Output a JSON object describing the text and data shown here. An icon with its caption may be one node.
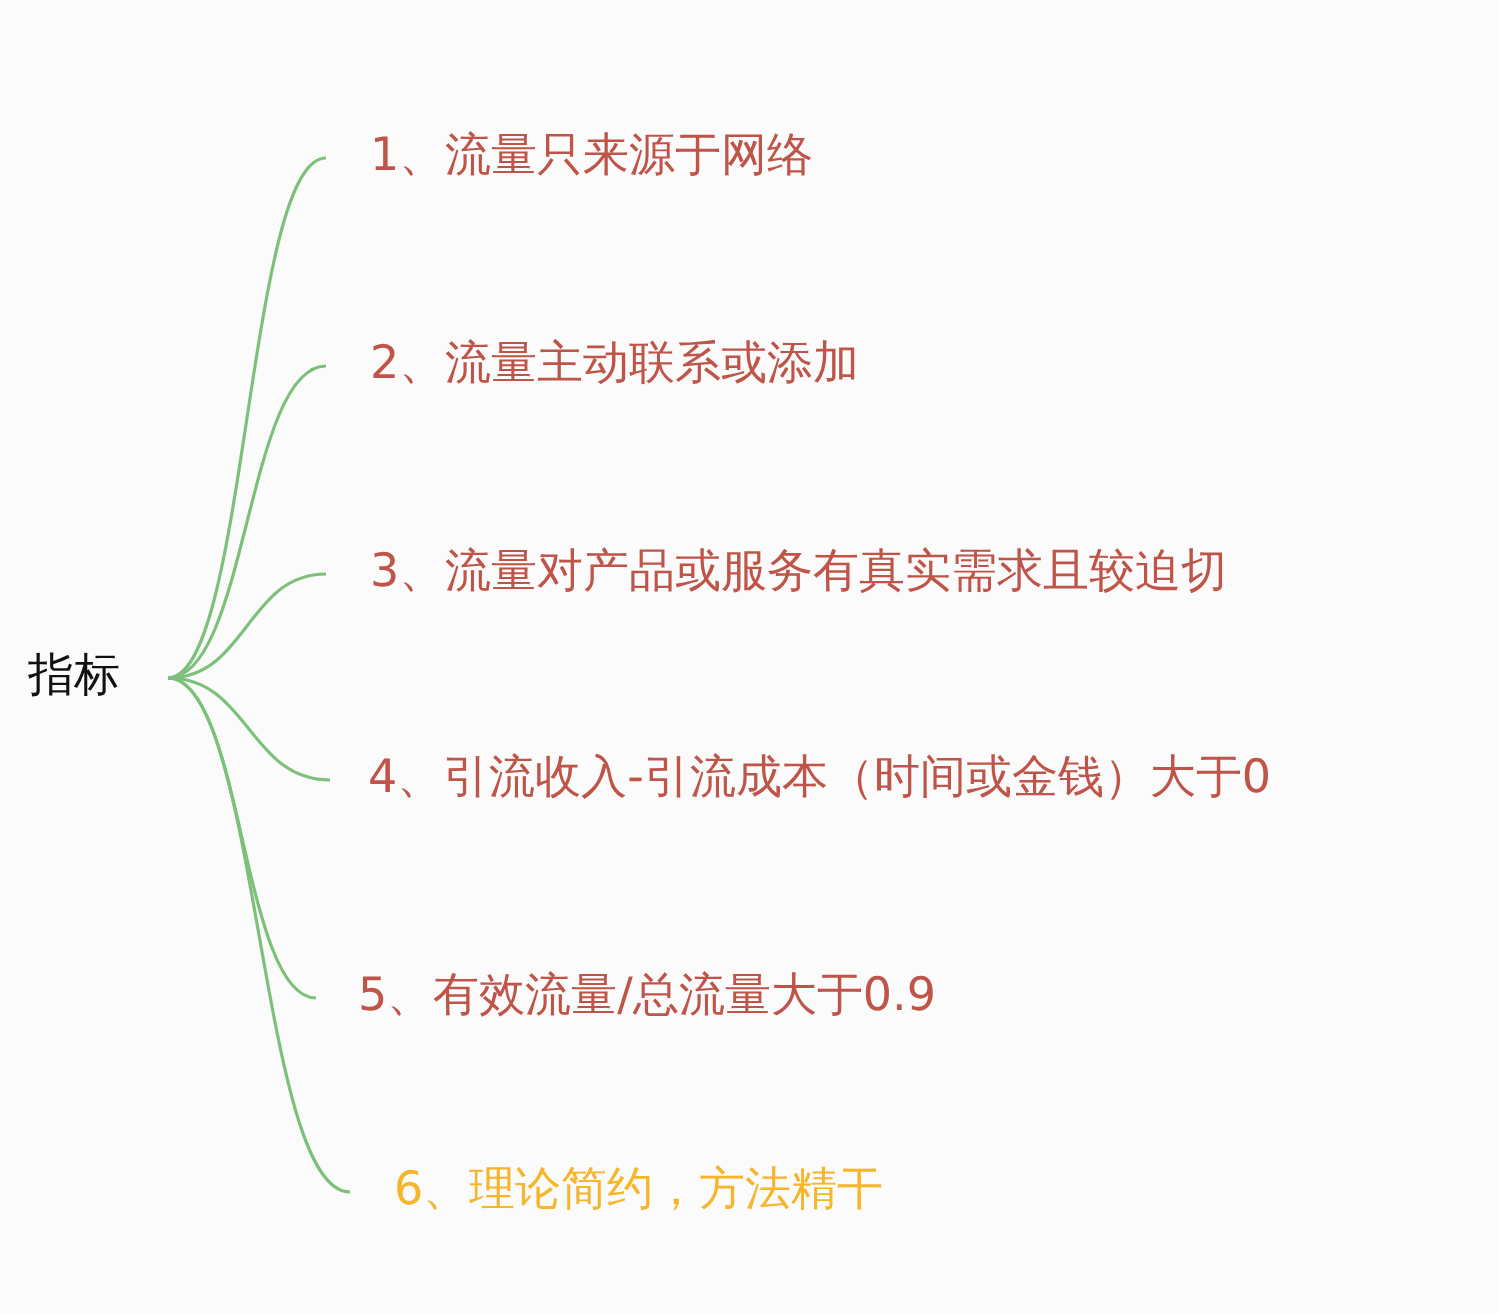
{
  "diagram": {
    "nodes": [
      {
        "text": [
          "指标"
        ]
      },
      {
        "text": [
          "1、流量只来源于网络"
        ]
      },
      {
        "text": [
          "2、流量主动联系或添加"
        ]
      },
      {
        "text": [
          "3、流量对产品或服务有真实需求且较迫切"
        ]
      },
      {
        "text": [
          "4、引流收入-引流成本（时间或金钱）大于0"
        ]
      },
      {
        "text": [
          "5、有效流量/总流量大于0.9"
        ]
      },
      {
        "text": [
          "6、理论简约，方法精干"
        ]
      }
    ],
    "edges": [
      {
        "from": 0,
        "to": 1,
        "arrow": "none"
      },
      {
        "from": 0,
        "to": 2,
        "arrow": "none"
      },
      {
        "from": 0,
        "to": 3,
        "arrow": "none"
      },
      {
        "from": 0,
        "to": 4,
        "arrow": "none"
      },
      {
        "from": 0,
        "to": 5,
        "arrow": "none"
      },
      {
        "from": 0,
        "to": 6,
        "arrow": "none"
      }
    ]
  }
}
